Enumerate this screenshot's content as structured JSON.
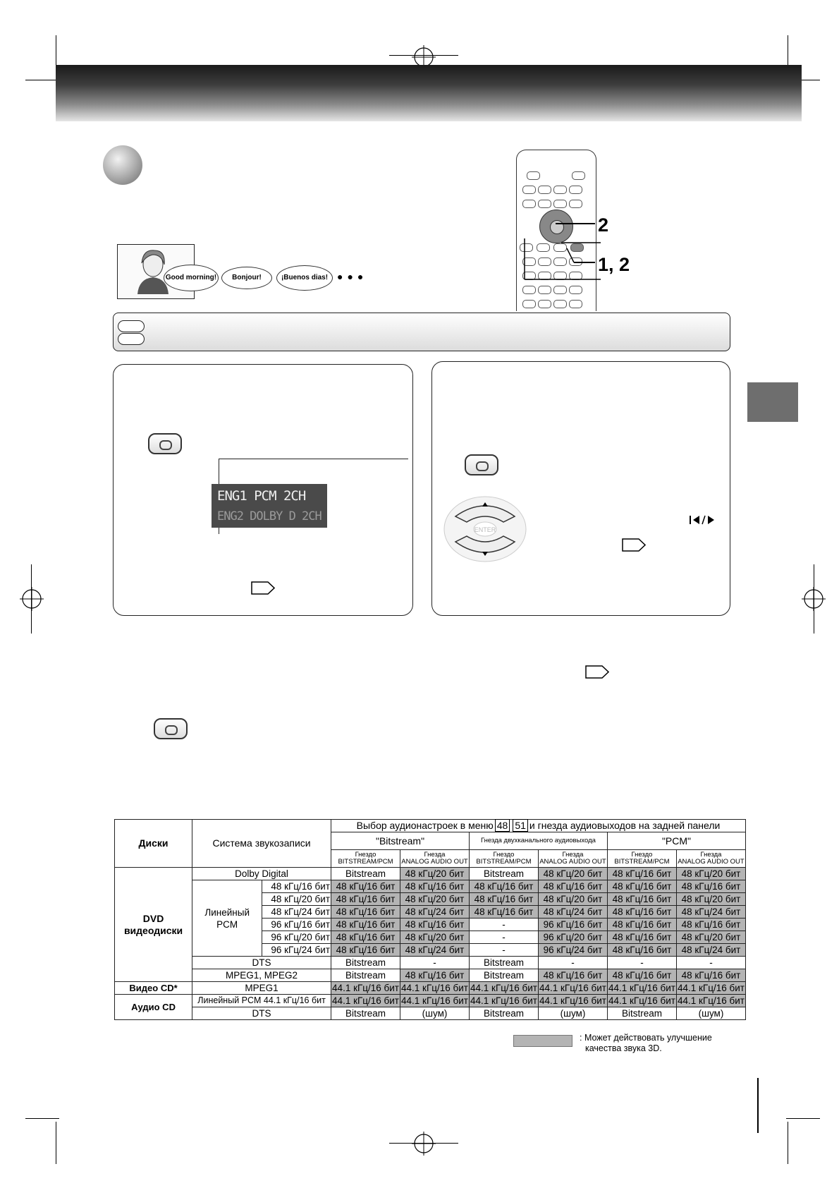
{
  "speech_bubbles": [
    "Good morning!",
    "Bonjour!",
    "¡Buenos dias!"
  ],
  "remote_labels": {
    "top": "2",
    "bottom": "1, 2"
  },
  "osd": {
    "line1": "ENG1 PCM 2CH",
    "line2": "ENG2 DOLBY D 2CH"
  },
  "dpad_center": "ENTER",
  "table": {
    "header": {
      "discs": "Диски",
      "sound_system": "Система звукозаписи",
      "selection_prefix": "Выбор аудионастроек в меню",
      "page_ref_1": "48",
      "page_ref_2": "51",
      "selection_suffix": "и гнезда аудиовыходов на задней панели",
      "bitstream": "\"Bitstream\"",
      "two_channel": "Гнезда двухканального аудиовыхода",
      "pcm": "\"PCM\"",
      "jack_label": "Гнездо",
      "jacks_label": "Гнезда",
      "bitstream_pcm": "BITSTREAM/PCM",
      "analog_out": "ANALOG AUDIO OUT"
    },
    "dvd_label": "DVD видеодиски",
    "linear_pcm_label": "Линейный PCM",
    "dvd_rows": [
      {
        "fmt": "Dolby Digital",
        "cells": [
          "Bitstream",
          "48 кГц/20 бит",
          "Bitstream",
          "48 кГц/20 бит",
          "48 кГц/16 бит",
          "48 кГц/20 бит"
        ]
      },
      {
        "fmt": "48 кГц/16 бит",
        "cells": [
          "48 кГц/16 бит",
          "48 кГц/16 бит",
          "48 кГц/16 бит",
          "48 кГц/16 бит",
          "48 кГц/16 бит",
          "48 кГц/16 бит"
        ]
      },
      {
        "fmt": "48 кГц/20 бит",
        "cells": [
          "48 кГц/16 бит",
          "48 кГц/20 бит",
          "48 кГц/16 бит",
          "48 кГц/20 бит",
          "48 кГц/16 бит",
          "48 кГц/20 бит"
        ]
      },
      {
        "fmt": "48 кГц/24 бит",
        "cells": [
          "48 кГц/16 бит",
          "48 кГц/24 бит",
          "48 кГц/16 бит",
          "48 кГц/24 бит",
          "48 кГц/16 бит",
          "48 кГц/24 бит"
        ]
      },
      {
        "fmt": "96 кГц/16 бит",
        "cells": [
          "48 кГц/16 бит",
          "48 кГц/16 бит",
          "-",
          "96 кГц/16 бит",
          "48 кГц/16 бит",
          "48 кГц/16 бит"
        ]
      },
      {
        "fmt": "96 кГц/20 бит",
        "cells": [
          "48 кГц/16 бит",
          "48 кГц/20 бит",
          "-",
          "96 кГц/20 бит",
          "48 кГц/16 бит",
          "48 кГц/20 бит"
        ]
      },
      {
        "fmt": "96 кГц/24 бит",
        "cells": [
          "48 кГц/16 бит",
          "48 кГц/24 бит",
          "-",
          "96 кГц/24 бит",
          "48 кГц/16 бит",
          "48 кГц/24 бит"
        ]
      },
      {
        "fmt": "DTS",
        "cells": [
          "Bitstream",
          "-",
          "Bitstream",
          "-",
          "-",
          "-"
        ]
      },
      {
        "fmt": "MPEG1, MPEG2",
        "cells": [
          "Bitstream",
          "48 кГц/16 бит",
          "Bitstream",
          "48 кГц/16 бит",
          "48 кГц/16 бит",
          "48 кГц/16 бит"
        ]
      }
    ],
    "vcd_label": "Видео CD*",
    "vcd_row": {
      "fmt": "MPEG1",
      "cells": [
        "44.1 кГц/16 бит",
        "44.1 кГц/16 бит",
        "44.1 кГц/16 бит",
        "44.1 кГц/16 бит",
        "44.1 кГц/16 бит",
        "44.1 кГц/16 бит"
      ]
    },
    "acd_label": "Аудио CD",
    "acd_rows": [
      {
        "fmt": "Линейный PCM 44.1 кГц/16 бит",
        "cells": [
          "44.1 кГц/16 бит",
          "44.1 кГц/16 бит",
          "44.1 кГц/16 бит",
          "44.1 кГц/16 бит",
          "44.1 кГц/16 бит",
          "44.1 кГц/16 бит"
        ]
      },
      {
        "fmt": "DTS",
        "cells": [
          "Bitstream",
          "(шум)",
          "Bitstream",
          "(шум)",
          "Bitstream",
          "(шум)"
        ]
      }
    ]
  },
  "legend": {
    "line1": ": Может действовать улучшение",
    "line2": "качества звука 3D."
  },
  "colors": {
    "highlight": "#b4b4b4",
    "side_tab": "#6e6e6e"
  }
}
